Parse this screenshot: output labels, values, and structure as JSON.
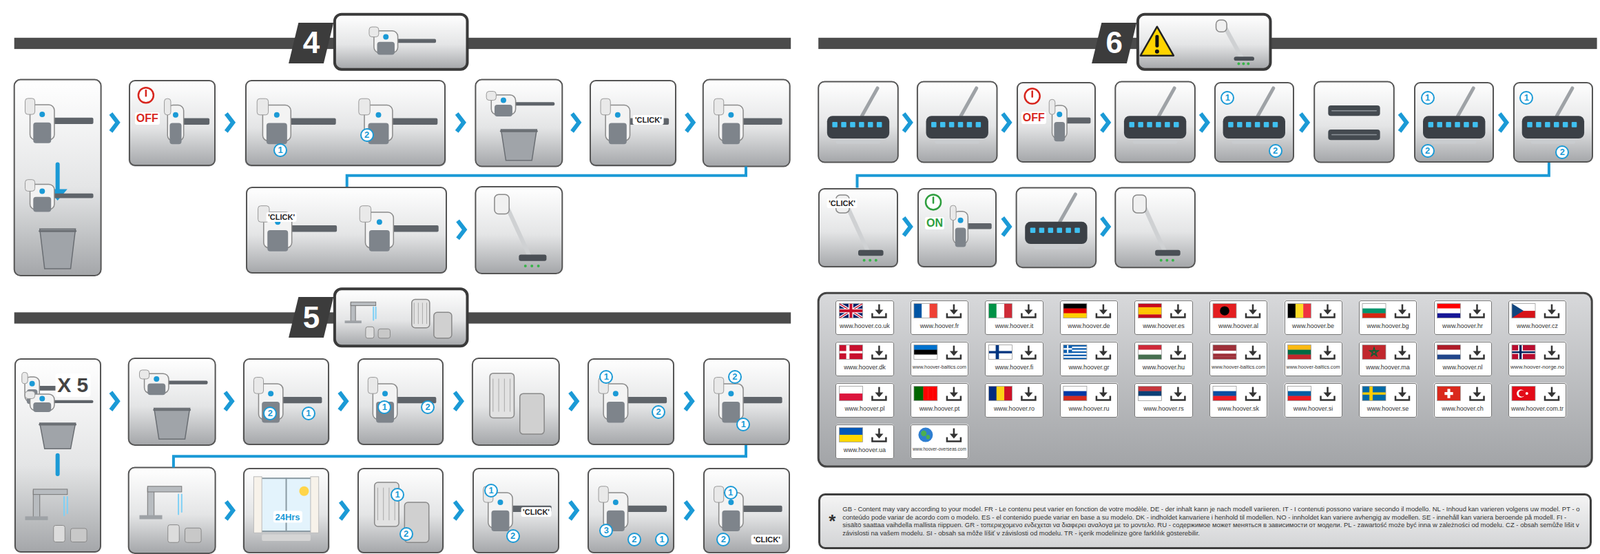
{
  "diagram": {
    "nodes": [
      {
        "text": [
          "4"
        ]
      },
      {
        "text": [
          "OFF"
        ]
      },
      {
        "text": [
          "1",
          "2"
        ]
      },
      {
        "text": [
          "'CLICK'"
        ]
      },
      {
        "text": [
          "'CLICK'"
        ]
      },
      {
        "text": [
          "5"
        ]
      },
      {
        "text": [
          "X 5"
        ]
      },
      {
        "text": [
          "2",
          "1"
        ]
      },
      {
        "text": [
          "1",
          "2"
        ]
      },
      {
        "text": [
          "1",
          "2"
        ]
      },
      {
        "text": [
          "2",
          "1"
        ]
      },
      {
        "text": [
          "24Hrs"
        ]
      },
      {
        "text": [
          "1",
          "2"
        ]
      },
      {
        "text": [
          "1",
          "'CLICK'",
          "2"
        ]
      },
      {
        "text": [
          "3",
          "2",
          "1"
        ]
      },
      {
        "text": [
          "1",
          "2",
          "'CLICK'"
        ]
      },
      {
        "text": [
          "6"
        ]
      },
      {
        "text": [
          "OFF"
        ]
      },
      {
        "text": [
          "1",
          "2"
        ]
      },
      {
        "text": [
          "1",
          "2"
        ]
      },
      {
        "text": [
          "1",
          "2"
        ]
      },
      {
        "text": [
          "'CLICK'"
        ]
      },
      {
        "text": [
          "ON"
        ]
      },
      {
        "text": [
          "www.hoover.co.uk"
        ]
      },
      {
        "text": [
          "www.hoover.fr"
        ]
      },
      {
        "text": [
          "www.hoover.it"
        ]
      },
      {
        "text": [
          "www.hoover.de"
        ]
      },
      {
        "text": [
          "www.hoover.es"
        ]
      },
      {
        "text": [
          "www.hoover.al"
        ]
      },
      {
        "text": [
          "www.hoover.be"
        ]
      },
      {
        "text": [
          "www.hoover.bg"
        ]
      },
      {
        "text": [
          "www.hoover.hr"
        ]
      },
      {
        "text": [
          "www.hoover.cz"
        ]
      },
      {
        "text": [
          "www.hoover.dk"
        ]
      },
      {
        "text": [
          "www.hoover-baltics.com"
        ]
      },
      {
        "text": [
          "www.hoover.fi"
        ]
      },
      {
        "text": [
          "www.hoover.gr"
        ]
      },
      {
        "text": [
          "www.hoover.hu"
        ]
      },
      {
        "text": [
          "www.hoover-baltics.com"
        ]
      },
      {
        "text": [
          "www.hoover-baltics.com"
        ]
      },
      {
        "text": [
          "www.hoover.ma"
        ]
      },
      {
        "text": [
          "www.hoover.nl"
        ]
      },
      {
        "text": [
          "www.hoover-norge.no"
        ]
      },
      {
        "text": [
          "www.hoover.pl"
        ]
      },
      {
        "text": [
          "www.hoover.pt"
        ]
      },
      {
        "text": [
          "www.hoover.ro"
        ]
      },
      {
        "text": [
          "www.hoover.ru"
        ]
      },
      {
        "text": [
          "www.hoover.rs"
        ]
      },
      {
        "text": [
          "www.hoover.sk"
        ]
      },
      {
        "text": [
          "www.hoover.si"
        ]
      },
      {
        "text": [
          "www.hoover.se"
        ]
      },
      {
        "text": [
          "www.hoover.ch"
        ]
      },
      {
        "text": [
          "www.hoover.com.tr"
        ]
      },
      {
        "text": [
          "www.hoover.ua"
        ]
      },
      {
        "text": [
          "www.hoover-overseas.com"
        ]
      },
      {
        "text": [
          "*",
          "GB - Content may vary according to your model. FR - Le contenu peut varier en fonction de votre modèle. DE - der inhalt kann je nach modell variieren. IT - I contenuti possono variare secondo il modello. NL - Inhoud kan varieren volgens uw model. PT - o conteúdo pode variar de acordo com o modelo. ES - el contenido puede variar en base a su modelo. DK - indholdet kanvariere i henhold til modellen. NO - innholdet kan variere avhengig av modellen. SE - innehåll kan variera beroende på modell. FI - sisältö saattaa vaihdella mallista riippuen. GR - τοπεριεχομενο ενδεχεται να διαφερει αναλογα με το μοντελο. RU - содержимое может меняться в зависимости от модели. PL - zawartość może być inna w zależności od modelu. CZ - obsah semůže lišit v závislosti na vašem modelu. SI - obsah sa môže líšiť v závislosti od modelu. TR - içerik modelinize göre farklılık gösterebilir."
        ]
      }
    ]
  }
}
